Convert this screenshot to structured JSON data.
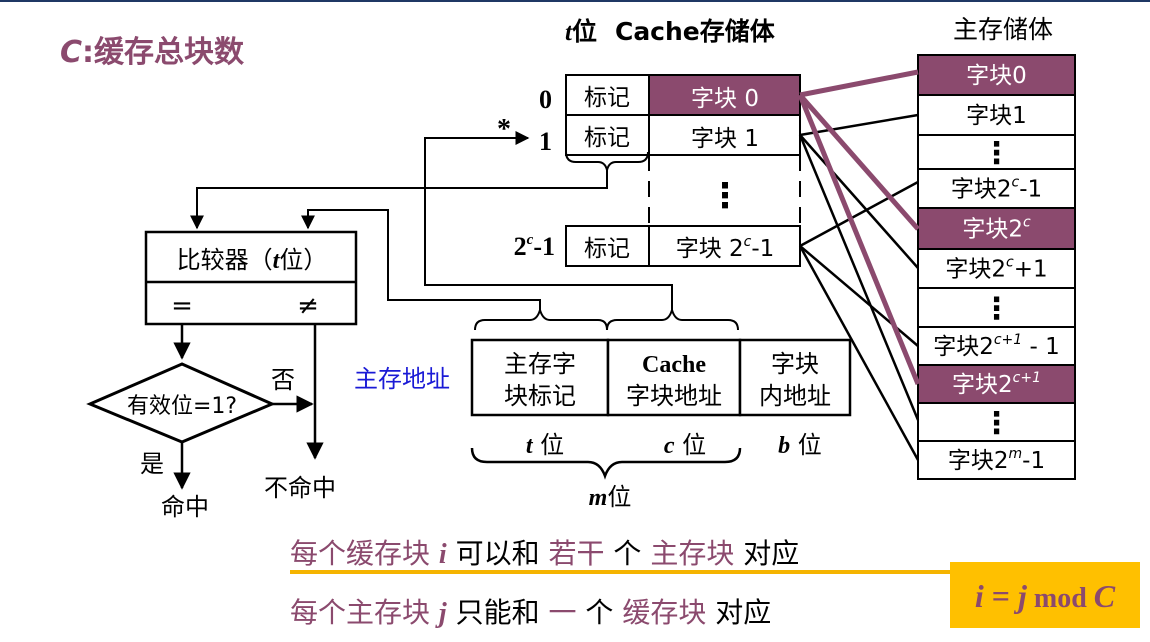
{
  "title": {
    "var": "C",
    "colon": ":",
    "text": "缓存总块数"
  },
  "cache": {
    "header_t": "t",
    "header_wei": "位",
    "header_title": "Cache存储体",
    "row_indices": [
      "0",
      "1"
    ],
    "last_index": {
      "base": "2",
      "exp": "c",
      "suffix": "-1"
    },
    "star": "*",
    "tag_label": "标记",
    "blocks": [
      "字块 0",
      "字块 1"
    ],
    "last_block": {
      "base": "字块 2",
      "exp": "c",
      "suffix": "-1"
    },
    "dots": "⋮"
  },
  "main_memory": {
    "header": "主存储体",
    "rows": [
      {
        "base": "字块0",
        "exp": "",
        "suffix": "",
        "highlight": true
      },
      {
        "base": "字块1",
        "exp": "",
        "suffix": "",
        "highlight": false
      },
      {
        "base": "⋮",
        "exp": "",
        "suffix": "",
        "highlight": false
      },
      {
        "base": "字块2",
        "exp": "c",
        "suffix": "-1",
        "highlight": false
      },
      {
        "base": "字块2",
        "exp": "c",
        "suffix": "",
        "highlight": true
      },
      {
        "base": "字块2",
        "exp": "c",
        "suffix": "+1",
        "highlight": false
      },
      {
        "base": "⋮",
        "exp": "",
        "suffix": "",
        "highlight": false
      },
      {
        "base": "字块2",
        "exp": "c+1",
        "suffix": " - 1",
        "highlight": false
      },
      {
        "base": "字块2",
        "exp": "c+1",
        "suffix": "",
        "highlight": true
      },
      {
        "base": "⋮",
        "exp": "",
        "suffix": "",
        "highlight": false
      },
      {
        "base": "字块2",
        "exp": "m",
        "suffix": "-1",
        "highlight": false
      }
    ]
  },
  "comparator": {
    "label_pre": "比较器（",
    "label_t": "t",
    "label_post": "位）",
    "eq": "=",
    "neq": "≠"
  },
  "decision": {
    "label": "有效位=1?",
    "no": "否",
    "yes": "是",
    "hit": "命中",
    "miss": "不命中"
  },
  "address": {
    "label": "主存地址",
    "fields": [
      {
        "line1": "主存字",
        "line2": "块标记"
      },
      {
        "line1": "Cache",
        "line2": "字块地址"
      },
      {
        "line1": "字块",
        "line2": "内地址"
      }
    ],
    "widths": [
      {
        "var": "t",
        "text": " 位"
      },
      {
        "var": "c",
        "text": " 位"
      },
      {
        "var": "b",
        "text": " 位"
      }
    ],
    "total": {
      "var": "m",
      "text": "位"
    }
  },
  "statements": {
    "line1": [
      "每个缓存块",
      " ",
      "i",
      " 可以和 ",
      "若干",
      " 个 ",
      "主存块",
      " 对应"
    ],
    "line2": [
      "每个主存块",
      " ",
      "j",
      " 只能和 ",
      "一",
      " 个 ",
      "缓存块",
      " 对应"
    ]
  },
  "formula": {
    "i": "i",
    "eq": " = ",
    "j": "j",
    "mod": " mod ",
    "C": "C"
  },
  "colors": {
    "accent": "#8B4A6E",
    "text": "#000000",
    "highlight_fill": "#8B4A6E",
    "blue": "#1a1ad6",
    "formula_bg": "#FFC000",
    "underline": "#F5B400",
    "top_line": "#1F3864"
  }
}
